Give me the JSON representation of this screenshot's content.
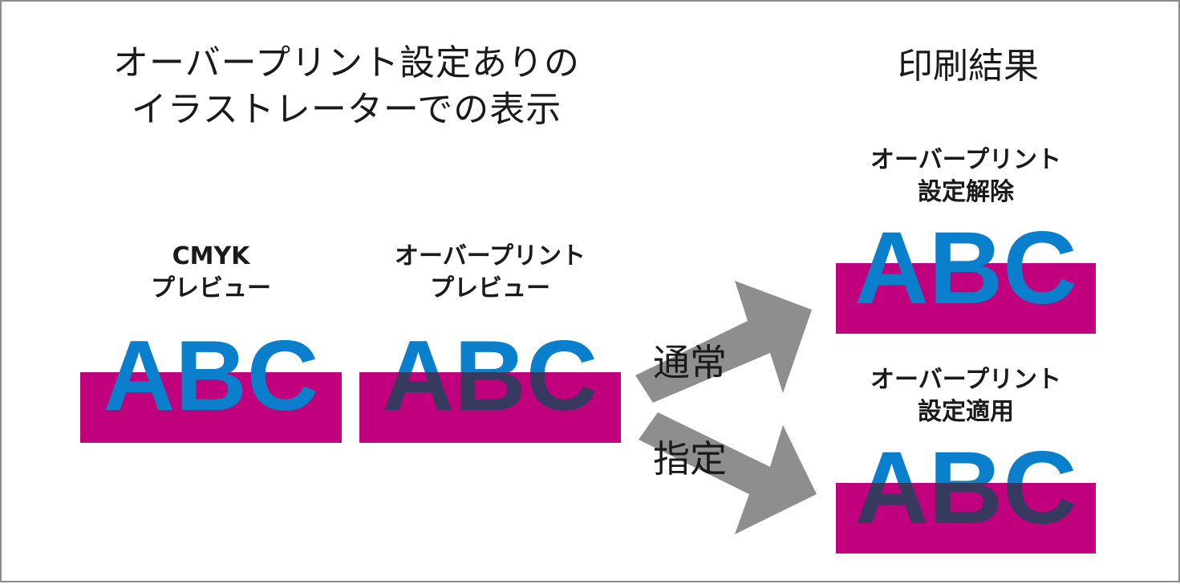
{
  "heading": {
    "line1": "オーバープリント設定ありの",
    "line2": "イラストレーターでの表示"
  },
  "result_heading": "印刷結果",
  "previews": {
    "cmyk": {
      "line1": "CMYK",
      "line2": "プレビュー",
      "text": "ABC"
    },
    "overprint": {
      "line1": "オーバープリント",
      "line2": "プレビュー",
      "text": "ABC"
    }
  },
  "routes": {
    "normal": "通常",
    "specified": "指定"
  },
  "results": {
    "released": {
      "line1": "オーバープリント",
      "line2": "設定解除",
      "text": "ABC"
    },
    "applied": {
      "line1": "オーバープリント",
      "line2": "設定適用",
      "text": "ABC"
    }
  },
  "colors": {
    "cyan": "#0a7fcc",
    "magenta": "#c0007c",
    "overlap": "#363a5e",
    "arrow": "#8e8e8e",
    "border": "#8c8c8c"
  }
}
